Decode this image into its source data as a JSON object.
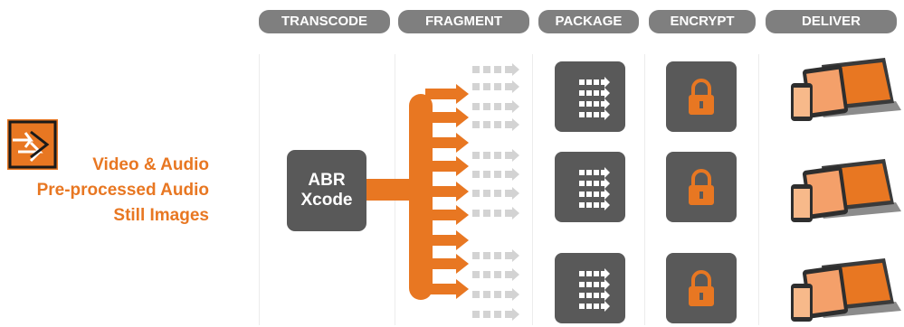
{
  "stages": [
    {
      "label": "TRANSCODE"
    },
    {
      "label": "FRAGMENT"
    },
    {
      "label": "PACKAGE"
    },
    {
      "label": "ENCRYPT"
    },
    {
      "label": "DELIVER"
    }
  ],
  "source": {
    "icon": "double-arrow-icon",
    "lines": [
      "Video & Audio",
      "Pre-processed Audio",
      "Still Images"
    ]
  },
  "transcoder": {
    "line1": "ABR",
    "line2": "Xcode"
  },
  "colors": {
    "accent": "#e87722",
    "stage_pill": "#7f7f7f",
    "tile": "#595959",
    "fragment_squares": "#d3d3d3"
  },
  "rows": [
    {
      "package_icon": "fragments-arrow-icon",
      "encrypt_icon": "lock-icon",
      "deliver_icon": "devices-icon"
    },
    {
      "package_icon": "fragments-arrow-icon",
      "encrypt_icon": "lock-icon",
      "deliver_icon": "devices-icon"
    },
    {
      "package_icon": "fragments-arrow-icon",
      "encrypt_icon": "lock-icon",
      "deliver_icon": "devices-icon"
    }
  ]
}
